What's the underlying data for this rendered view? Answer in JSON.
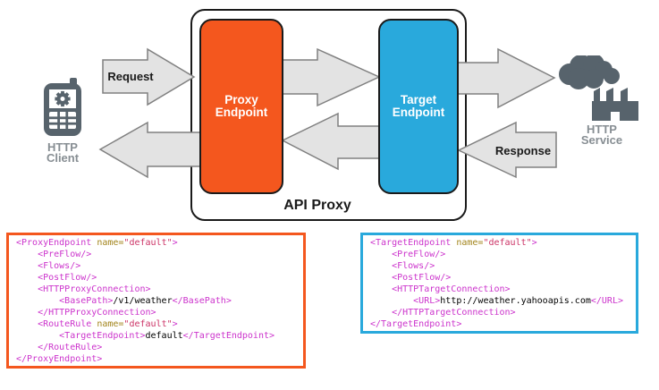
{
  "diagram": {
    "api_proxy_label": "API Proxy",
    "proxy_endpoint": {
      "line1": "Proxy",
      "line2": "Endpoint"
    },
    "target_endpoint": {
      "line1": "Target",
      "line2": "Endpoint"
    },
    "http_client": {
      "line1": "HTTP",
      "line2": "Client"
    },
    "http_service": {
      "line1": "HTTP",
      "line2": "Service"
    },
    "request_label": "Request",
    "response_label": "Response"
  },
  "colors": {
    "proxy_box": "#F4571E",
    "target_box": "#29A9DC",
    "arrow_fill": "#E3E3E3",
    "arrow_stroke": "#808080",
    "icon": "#57636C",
    "icon_label": "#878E93",
    "code_tag": "#CC33CC",
    "code_attr": "#A3851D",
    "code_value": "#CC3366",
    "code_text": "#000000"
  },
  "code_blocks": [
    {
      "id": "proxy-endpoint-xml",
      "border_color": "#F4571E",
      "lines": [
        [
          {
            "c": "tag",
            "t": "<ProxyEndpoint "
          },
          {
            "c": "attr",
            "t": "name="
          },
          {
            "c": "value",
            "t": "\"default\""
          },
          {
            "c": "tag",
            "t": ">"
          }
        ],
        [
          {
            "c": "tag",
            "t": "    <PreFlow/>"
          }
        ],
        [
          {
            "c": "tag",
            "t": "    <Flows/>"
          }
        ],
        [
          {
            "c": "tag",
            "t": "    <PostFlow/>"
          }
        ],
        [
          {
            "c": "tag",
            "t": "    <HTTPProxyConnection>"
          }
        ],
        [
          {
            "c": "tag",
            "t": "        <BasePath>"
          },
          {
            "c": "text",
            "t": "/v1/weather"
          },
          {
            "c": "tag",
            "t": "</BasePath>"
          }
        ],
        [
          {
            "c": "tag",
            "t": "    </HTTPProxyConnection>"
          }
        ],
        [
          {
            "c": "tag",
            "t": "    <RouteRule "
          },
          {
            "c": "attr",
            "t": "name="
          },
          {
            "c": "value",
            "t": "\"default\""
          },
          {
            "c": "tag",
            "t": ">"
          }
        ],
        [
          {
            "c": "tag",
            "t": "        <TargetEndpoint>"
          },
          {
            "c": "text",
            "t": "default"
          },
          {
            "c": "tag",
            "t": "</TargetEndpoint>"
          }
        ],
        [
          {
            "c": "tag",
            "t": "    </RouteRule>"
          }
        ],
        [
          {
            "c": "tag",
            "t": "</ProxyEndpoint>"
          }
        ]
      ]
    },
    {
      "id": "target-endpoint-xml",
      "border_color": "#29A9DC",
      "lines": [
        [
          {
            "c": "tag",
            "t": "<TargetEndpoint "
          },
          {
            "c": "attr",
            "t": "name="
          },
          {
            "c": "value",
            "t": "\"default\""
          },
          {
            "c": "tag",
            "t": ">"
          }
        ],
        [
          {
            "c": "tag",
            "t": "    <PreFlow/>"
          }
        ],
        [
          {
            "c": "tag",
            "t": "    <Flows/>"
          }
        ],
        [
          {
            "c": "tag",
            "t": "    <PostFlow/>"
          }
        ],
        [
          {
            "c": "tag",
            "t": "    <HTTPTargetConnection>"
          }
        ],
        [
          {
            "c": "tag",
            "t": "        <URL>"
          },
          {
            "c": "text",
            "t": "http://weather.yahooapis.com"
          },
          {
            "c": "tag",
            "t": "</URL>"
          }
        ],
        [
          {
            "c": "tag",
            "t": "    </HTTPTargetConnection>"
          }
        ],
        [
          {
            "c": "tag",
            "t": "</TargetEndpoint>"
          }
        ]
      ]
    }
  ]
}
